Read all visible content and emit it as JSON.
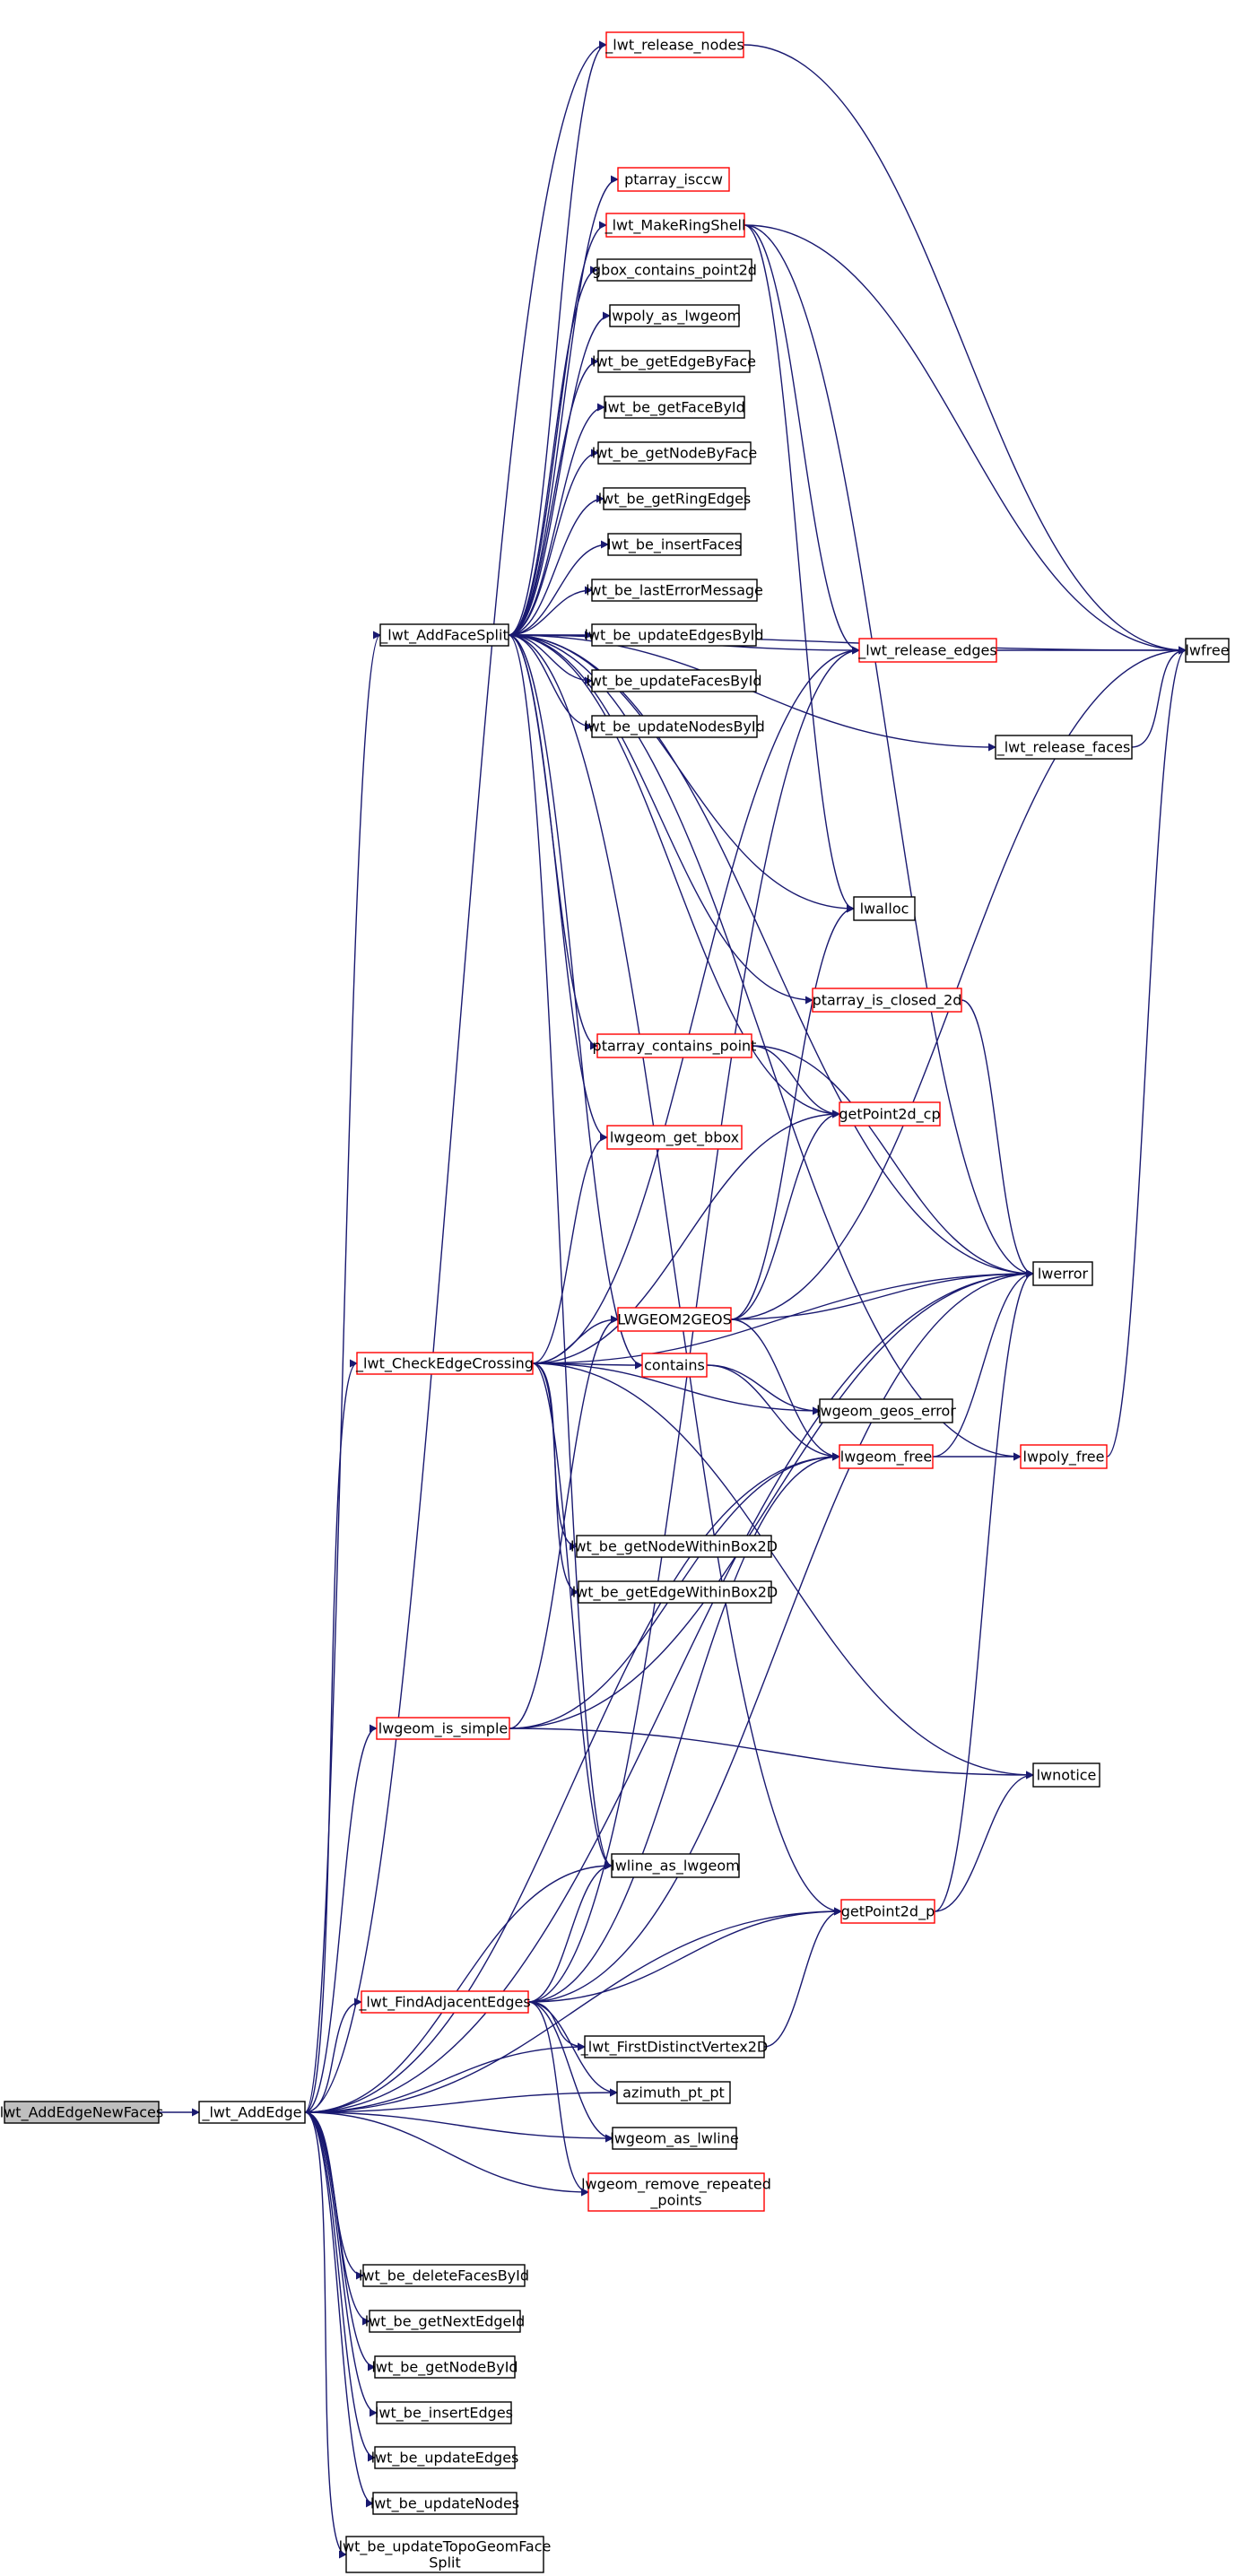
{
  "colors": {
    "edge": "#191970",
    "red_border": "#ff0000",
    "black_border": "#000000",
    "focus_fill": "#bfbfbf",
    "node_fill": "#ffffff"
  },
  "nodes": [
    {
      "id": "n_addedgenewfaces",
      "label": "lwt_AddEdgeNewFaces",
      "border": "black",
      "focus": true
    },
    {
      "id": "n_addedge",
      "label": "_lwt_AddEdge",
      "border": "black"
    },
    {
      "id": "n_addfacesplit",
      "label": "_lwt_AddFaceSplit",
      "border": "black"
    },
    {
      "id": "n_checkedgecrossing",
      "label": "_lwt_CheckEdgeCrossing",
      "border": "red"
    },
    {
      "id": "n_lwgeom_is_simple",
      "label": "lwgeom_is_simple",
      "border": "red"
    },
    {
      "id": "n_findadjacentedges",
      "label": "_lwt_FindAdjacentEdges",
      "border": "red"
    },
    {
      "id": "n_release_nodes",
      "label": "_lwt_release_nodes",
      "border": "red"
    },
    {
      "id": "n_ptarray_isccw",
      "label": "ptarray_isccw",
      "border": "red"
    },
    {
      "id": "n_makeringshell",
      "label": "_lwt_MakeRingShell",
      "border": "red"
    },
    {
      "id": "n_gbox_contains_point2d",
      "label": "gbox_contains_point2d",
      "border": "black"
    },
    {
      "id": "n_lwpoly_as_lwgeom",
      "label": "lwpoly_as_lwgeom",
      "border": "black"
    },
    {
      "id": "n_be_getedgebyface",
      "label": "lwt_be_getEdgeByFace",
      "border": "black"
    },
    {
      "id": "n_be_getfacebyid",
      "label": "lwt_be_getFaceById",
      "border": "black"
    },
    {
      "id": "n_be_getnodebyface",
      "label": "lwt_be_getNodeByFace",
      "border": "black"
    },
    {
      "id": "n_be_getringedges",
      "label": "lwt_be_getRingEdges",
      "border": "black"
    },
    {
      "id": "n_be_insertfaces",
      "label": "lwt_be_insertFaces",
      "border": "black"
    },
    {
      "id": "n_be_lasterrormessage",
      "label": "lwt_be_lastErrorMessage",
      "border": "black"
    },
    {
      "id": "n_be_updateedgesbyid",
      "label": "lwt_be_updateEdgesById",
      "border": "black"
    },
    {
      "id": "n_be_updatefacesbyid",
      "label": "lwt_be_updateFacesById",
      "border": "black"
    },
    {
      "id": "n_be_updatenodesbyid",
      "label": "lwt_be_updateNodesById",
      "border": "black"
    },
    {
      "id": "n_release_edges",
      "label": "_lwt_release_edges",
      "border": "red"
    },
    {
      "id": "n_release_faces",
      "label": "_lwt_release_faces",
      "border": "black"
    },
    {
      "id": "n_lwfree",
      "label": "lwfree",
      "border": "black"
    },
    {
      "id": "n_lwalloc",
      "label": "lwalloc",
      "border": "black"
    },
    {
      "id": "n_ptarray_is_closed_2d",
      "label": "ptarray_is_closed_2d",
      "border": "red"
    },
    {
      "id": "n_ptarray_contains_point",
      "label": "ptarray_contains_point",
      "border": "red"
    },
    {
      "id": "n_getpoint2d_cp",
      "label": "getPoint2d_cp",
      "border": "red"
    },
    {
      "id": "n_lwgeom_get_bbox",
      "label": "lwgeom_get_bbox",
      "border": "red"
    },
    {
      "id": "n_lwerror",
      "label": "lwerror",
      "border": "black"
    },
    {
      "id": "n_lwgeom2geos",
      "label": "LWGEOM2GEOS",
      "border": "red"
    },
    {
      "id": "n_contains",
      "label": "contains",
      "border": "red"
    },
    {
      "id": "n_lwgeom_geos_error",
      "label": "lwgeom_geos_error",
      "border": "black"
    },
    {
      "id": "n_lwgeom_free",
      "label": "lwgeom_free",
      "border": "red"
    },
    {
      "id": "n_lwpoly_free",
      "label": "lwpoly_free",
      "border": "red"
    },
    {
      "id": "n_be_getnodewithinbox2d",
      "label": "lwt_be_getNodeWithinBox2D",
      "border": "black"
    },
    {
      "id": "n_be_getedgewithinbox2d",
      "label": "lwt_be_getEdgeWithinBox2D",
      "border": "black"
    },
    {
      "id": "n_lwnotice",
      "label": "lwnotice",
      "border": "black"
    },
    {
      "id": "n_lwline_as_lwgeom",
      "label": "lwline_as_lwgeom",
      "border": "black"
    },
    {
      "id": "n_getpoint2d_p",
      "label": "getPoint2d_p",
      "border": "red"
    },
    {
      "id": "n_firstdistinctvertex2d",
      "label": "_lwt_FirstDistinctVertex2D",
      "border": "black"
    },
    {
      "id": "n_azimuth_pt_pt",
      "label": "azimuth_pt_pt",
      "border": "black"
    },
    {
      "id": "n_lwgeom_as_lwline",
      "label": "lwgeom_as_lwline",
      "border": "black"
    },
    {
      "id": "n_lwgeom_remove_repeated_points",
      "label": "lwgeom_remove_repeated\n_points",
      "border": "red"
    },
    {
      "id": "n_be_deletefacesbyid",
      "label": "lwt_be_deleteFacesById",
      "border": "black"
    },
    {
      "id": "n_be_getnextedgeid",
      "label": "lwt_be_getNextEdgeId",
      "border": "black"
    },
    {
      "id": "n_be_getnodebyid",
      "label": "lwt_be_getNodeById",
      "border": "black"
    },
    {
      "id": "n_be_insertedges",
      "label": "lwt_be_insertEdges",
      "border": "black"
    },
    {
      "id": "n_be_updateedges",
      "label": "lwt_be_updateEdges",
      "border": "black"
    },
    {
      "id": "n_be_updatenodes",
      "label": "lwt_be_updateNodes",
      "border": "black"
    },
    {
      "id": "n_be_updatetopogeomfacesplit",
      "label": "lwt_be_updateTopoGeomFace\nSplit",
      "border": "black"
    }
  ],
  "edges": [
    [
      "n_addedgenewfaces",
      "n_addedge"
    ],
    [
      "n_addedge",
      "n_addfacesplit"
    ],
    [
      "n_addedge",
      "n_checkedgecrossing"
    ],
    [
      "n_addedge",
      "n_lwgeom_is_simple"
    ],
    [
      "n_addedge",
      "n_findadjacentedges"
    ],
    [
      "n_addedge",
      "n_release_nodes"
    ],
    [
      "n_addedge",
      "n_lwerror"
    ],
    [
      "n_addedge",
      "n_lwgeom_free"
    ],
    [
      "n_addedge",
      "n_lwline_as_lwgeom"
    ],
    [
      "n_addedge",
      "n_getpoint2d_p"
    ],
    [
      "n_addedge",
      "n_firstdistinctvertex2d"
    ],
    [
      "n_addedge",
      "n_azimuth_pt_pt"
    ],
    [
      "n_addedge",
      "n_lwgeom_as_lwline"
    ],
    [
      "n_addedge",
      "n_lwgeom_remove_repeated_points"
    ],
    [
      "n_addedge",
      "n_be_deletefacesbyid"
    ],
    [
      "n_addedge",
      "n_be_getnextedgeid"
    ],
    [
      "n_addedge",
      "n_be_getnodebyid"
    ],
    [
      "n_addedge",
      "n_be_insertedges"
    ],
    [
      "n_addedge",
      "n_be_updateedges"
    ],
    [
      "n_addedge",
      "n_be_updatenodes"
    ],
    [
      "n_addedge",
      "n_be_updatetopogeomfacesplit"
    ],
    [
      "n_addfacesplit",
      "n_release_nodes"
    ],
    [
      "n_addfacesplit",
      "n_ptarray_isccw"
    ],
    [
      "n_addfacesplit",
      "n_makeringshell"
    ],
    [
      "n_addfacesplit",
      "n_gbox_contains_point2d"
    ],
    [
      "n_addfacesplit",
      "n_lwpoly_as_lwgeom"
    ],
    [
      "n_addfacesplit",
      "n_be_getedgebyface"
    ],
    [
      "n_addfacesplit",
      "n_be_getfacebyid"
    ],
    [
      "n_addfacesplit",
      "n_be_getnodebyface"
    ],
    [
      "n_addfacesplit",
      "n_be_getringedges"
    ],
    [
      "n_addfacesplit",
      "n_be_insertfaces"
    ],
    [
      "n_addfacesplit",
      "n_be_lasterrormessage"
    ],
    [
      "n_addfacesplit",
      "n_be_updateedgesbyid"
    ],
    [
      "n_addfacesplit",
      "n_be_updatefacesbyid"
    ],
    [
      "n_addfacesplit",
      "n_be_updatenodesbyid"
    ],
    [
      "n_addfacesplit",
      "n_release_edges"
    ],
    [
      "n_addfacesplit",
      "n_release_faces"
    ],
    [
      "n_addfacesplit",
      "n_lwfree"
    ],
    [
      "n_addfacesplit",
      "n_lwalloc"
    ],
    [
      "n_addfacesplit",
      "n_ptarray_is_closed_2d"
    ],
    [
      "n_addfacesplit",
      "n_ptarray_contains_point"
    ],
    [
      "n_addfacesplit",
      "n_getpoint2d_cp"
    ],
    [
      "n_addfacesplit",
      "n_lwgeom_get_bbox"
    ],
    [
      "n_addfacesplit",
      "n_lwerror"
    ],
    [
      "n_addfacesplit",
      "n_contains"
    ],
    [
      "n_addfacesplit",
      "n_lwpoly_free"
    ],
    [
      "n_addfacesplit",
      "n_getpoint2d_p"
    ],
    [
      "n_addfacesplit",
      "n_lwline_as_lwgeom"
    ],
    [
      "n_makeringshell",
      "n_release_edges"
    ],
    [
      "n_makeringshell",
      "n_lwfree"
    ],
    [
      "n_makeringshell",
      "n_lwalloc"
    ],
    [
      "n_makeringshell",
      "n_lwerror"
    ],
    [
      "n_release_nodes",
      "n_lwfree"
    ],
    [
      "n_release_edges",
      "n_lwfree"
    ],
    [
      "n_release_faces",
      "n_lwfree"
    ],
    [
      "n_ptarray_is_closed_2d",
      "n_lwerror"
    ],
    [
      "n_ptarray_contains_point",
      "n_getpoint2d_cp"
    ],
    [
      "n_ptarray_contains_point",
      "n_lwerror"
    ],
    [
      "n_checkedgecrossing",
      "n_release_edges"
    ],
    [
      "n_checkedgecrossing",
      "n_lwgeom_get_bbox"
    ],
    [
      "n_checkedgecrossing",
      "n_getpoint2d_cp"
    ],
    [
      "n_checkedgecrossing",
      "n_lwerror"
    ],
    [
      "n_checkedgecrossing",
      "n_lwgeom2geos"
    ],
    [
      "n_checkedgecrossing",
      "n_contains"
    ],
    [
      "n_checkedgecrossing",
      "n_lwgeom_geos_error"
    ],
    [
      "n_checkedgecrossing",
      "n_be_getnodewithinbox2d"
    ],
    [
      "n_checkedgecrossing",
      "n_be_getedgewithinbox2d"
    ],
    [
      "n_checkedgecrossing",
      "n_lwnotice"
    ],
    [
      "n_checkedgecrossing",
      "n_lwline_as_lwgeom"
    ],
    [
      "n_lwgeom2geos",
      "n_lwalloc"
    ],
    [
      "n_lwgeom2geos",
      "n_getpoint2d_cp"
    ],
    [
      "n_lwgeom2geos",
      "n_lwerror"
    ],
    [
      "n_lwgeom2geos",
      "n_lwfree"
    ],
    [
      "n_lwgeom2geos",
      "n_lwgeom_free"
    ],
    [
      "n_contains",
      "n_lwgeom_geos_error"
    ],
    [
      "n_contains",
      "n_lwgeom_free"
    ],
    [
      "n_lwgeom_free",
      "n_lwerror"
    ],
    [
      "n_lwgeom_free",
      "n_lwpoly_free"
    ],
    [
      "n_lwpoly_free",
      "n_lwfree"
    ],
    [
      "n_lwgeom_is_simple",
      "n_lwgeom2geos"
    ],
    [
      "n_lwgeom_is_simple",
      "n_lwgeom_free"
    ],
    [
      "n_lwgeom_is_simple",
      "n_lwnotice"
    ],
    [
      "n_lwgeom_is_simple",
      "n_lwerror"
    ],
    [
      "n_getpoint2d_p",
      "n_lwnotice"
    ],
    [
      "n_getpoint2d_p",
      "n_lwerror"
    ],
    [
      "n_findadjacentedges",
      "n_lwline_as_lwgeom"
    ],
    [
      "n_findadjacentedges",
      "n_lwgeom_free"
    ],
    [
      "n_findadjacentedges",
      "n_lwerror"
    ],
    [
      "n_findadjacentedges",
      "n_getpoint2d_p"
    ],
    [
      "n_findadjacentedges",
      "n_firstdistinctvertex2d"
    ],
    [
      "n_findadjacentedges",
      "n_azimuth_pt_pt"
    ],
    [
      "n_findadjacentedges",
      "n_lwgeom_as_lwline"
    ],
    [
      "n_findadjacentedges",
      "n_lwgeom_remove_repeated_points"
    ],
    [
      "n_findadjacentedges",
      "n_release_edges"
    ],
    [
      "n_firstdistinctvertex2d",
      "n_getpoint2d_p"
    ]
  ]
}
